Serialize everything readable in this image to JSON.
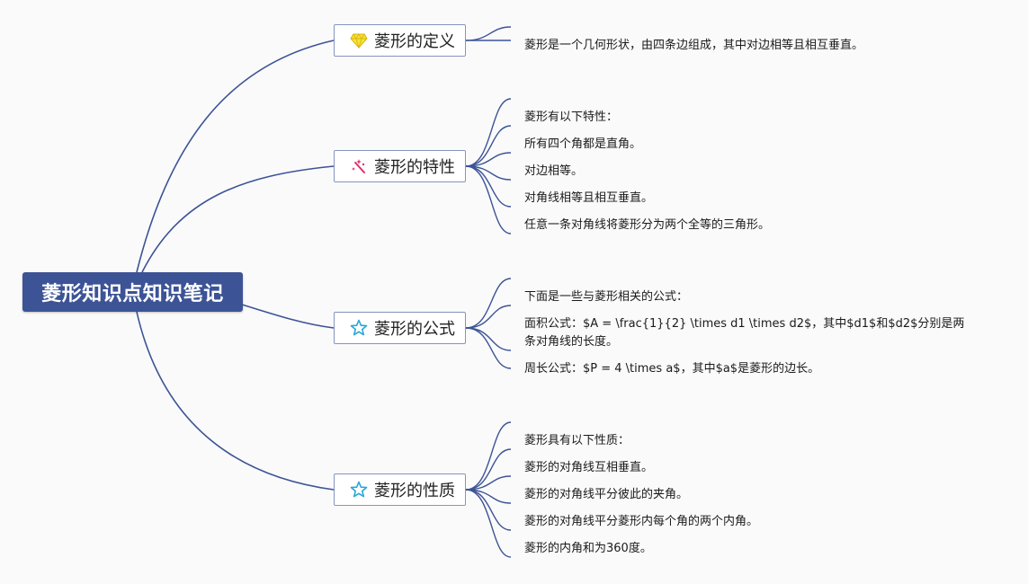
{
  "root": {
    "label": "菱形知识点知识笔记"
  },
  "colors": {
    "root_fill": "#3c5396",
    "connector": "#3c5396",
    "branch_border": "#8594bf",
    "gem_icon": "#f2d21b",
    "sparkle_icon": "#e0306a",
    "star_icon": "#29a6d8"
  },
  "branches": [
    {
      "label": "菱形的定义",
      "icon": "gem-icon",
      "leaves": [
        "菱形是一个几何形状，由四条边组成，其中对边相等且相互垂直。"
      ]
    },
    {
      "label": "菱形的特性",
      "icon": "sparkle-icon",
      "leaves": [
        "菱形有以下特性：",
        "所有四个角都是直角。",
        "对边相等。",
        "对角线相等且相互垂直。",
        "任意一条对角线将菱形分为两个全等的三角形。"
      ]
    },
    {
      "label": "菱形的公式",
      "icon": "star-icon",
      "leaves": [
        "下面是一些与菱形相关的公式：",
        "面积公式：$A = \\frac{1}{2} \\times d1 \\times d2$，其中$d1$和$d2$分别是两条对角线的长度。",
        "周长公式：$P = 4 \\times a$，其中$a$是菱形的边长。"
      ]
    },
    {
      "label": "菱形的性质",
      "icon": "star-icon",
      "leaves": [
        "菱形具有以下性质：",
        "菱形的对角线互相垂直。",
        "菱形的对角线平分彼此的夹角。",
        "菱形的对角线平分菱形内每个角的两个内角。",
        "菱形的内角和为360度。"
      ]
    }
  ]
}
